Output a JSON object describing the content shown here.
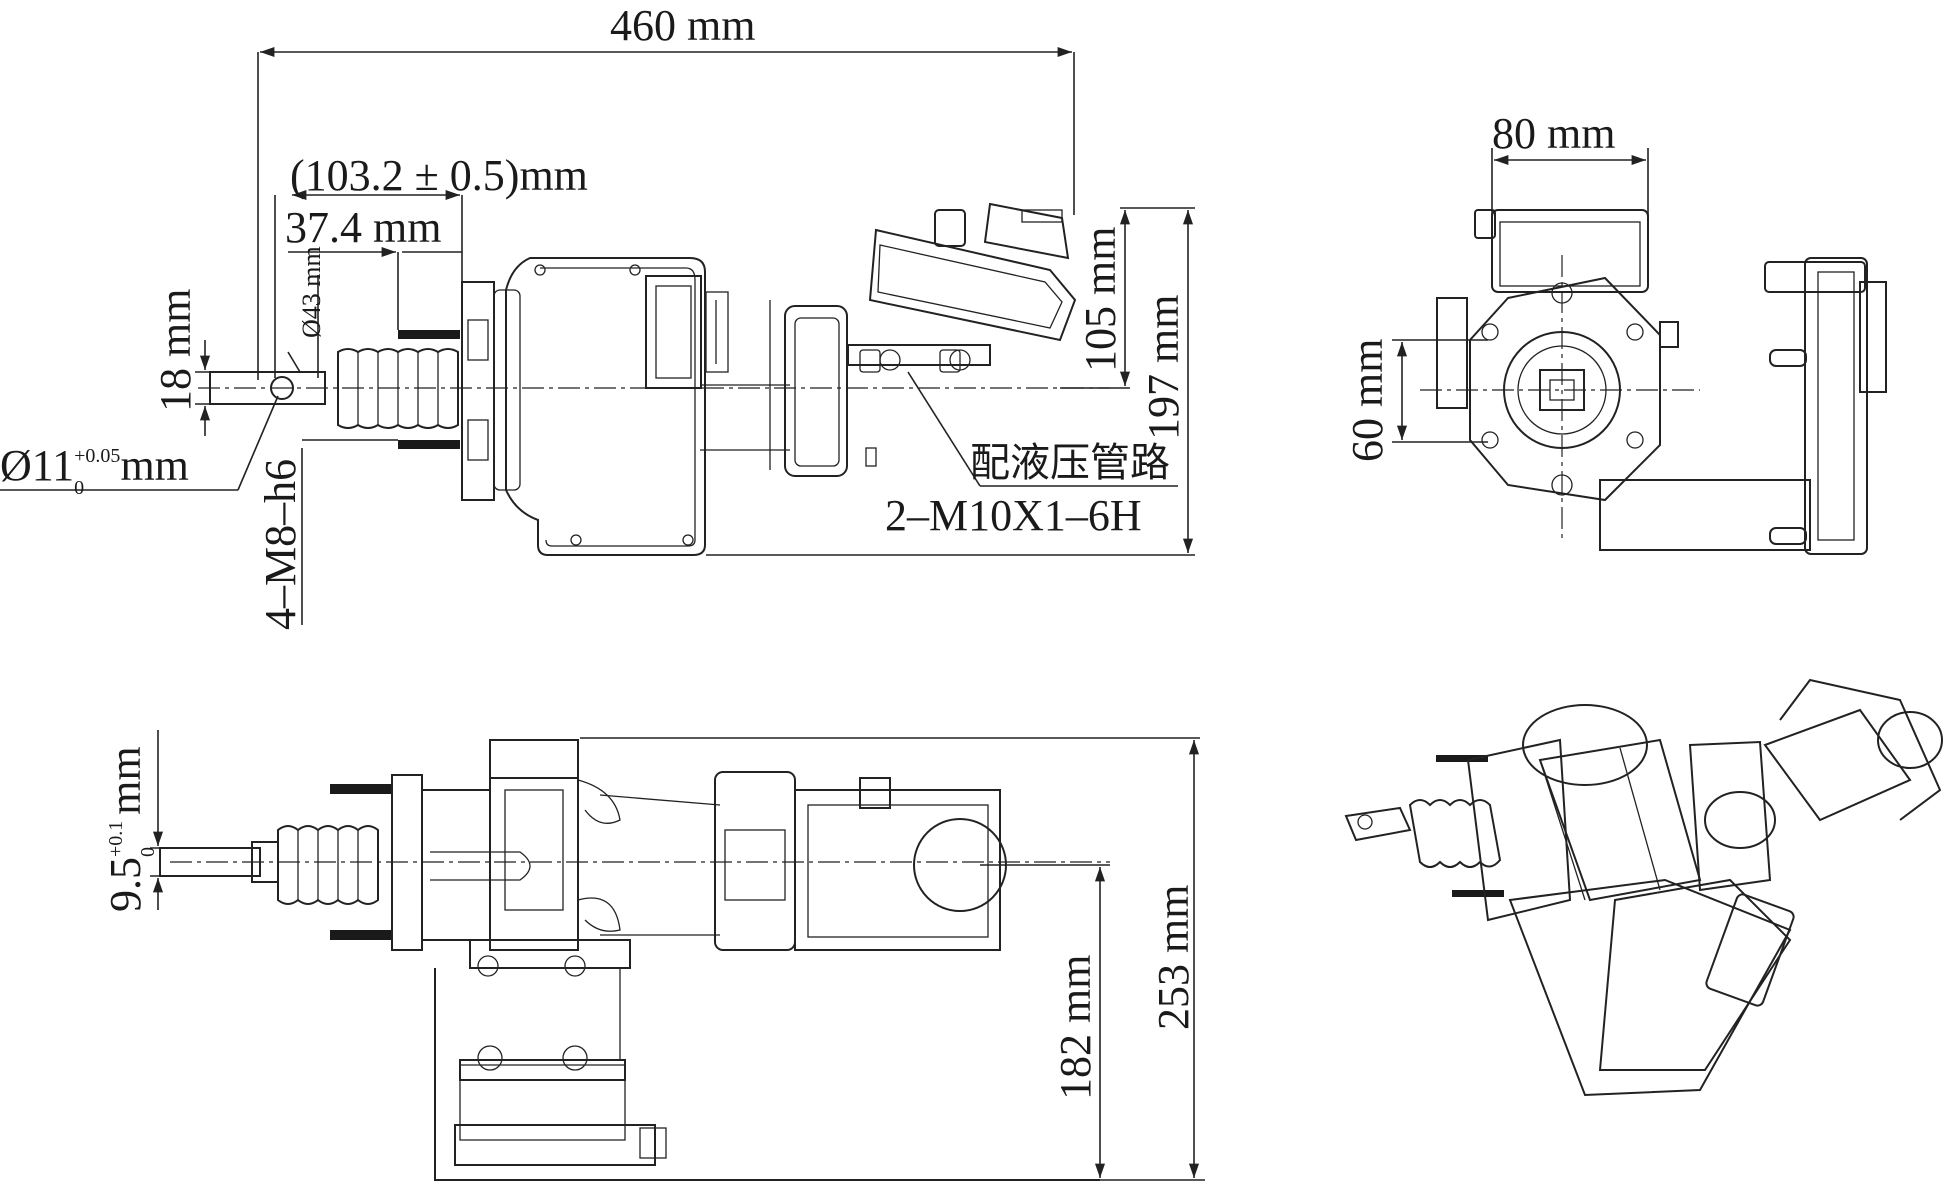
{
  "drawing": {
    "front_view": {
      "overall_length": "460 mm",
      "flange_offset": "(103.2 ± 0.5)mm",
      "boot_length": "37.4 mm",
      "bolt_circle": "43 mm",
      "pin_height": "18 mm",
      "pin_diameter": {
        "prefix": "Ø11",
        "subscript": "0",
        "superscript": "+0.05",
        "unit": "mm"
      },
      "stud_thread": "4–M8–h6",
      "upper_height": "105 mm",
      "total_height": "197 mm",
      "port_label_cn": "配液压管路",
      "port_thread": "2–M10X1–6H"
    },
    "side_view": {
      "width": "80 mm",
      "bolt_spacing": "60 mm"
    },
    "top_view": {
      "pin_width": {
        "value": "9.5",
        "subscript": "0",
        "superscript": "+0.1",
        "unit": "mm"
      },
      "axis_offset": "182 mm",
      "total_depth": "253 mm"
    },
    "iso_view": {}
  }
}
